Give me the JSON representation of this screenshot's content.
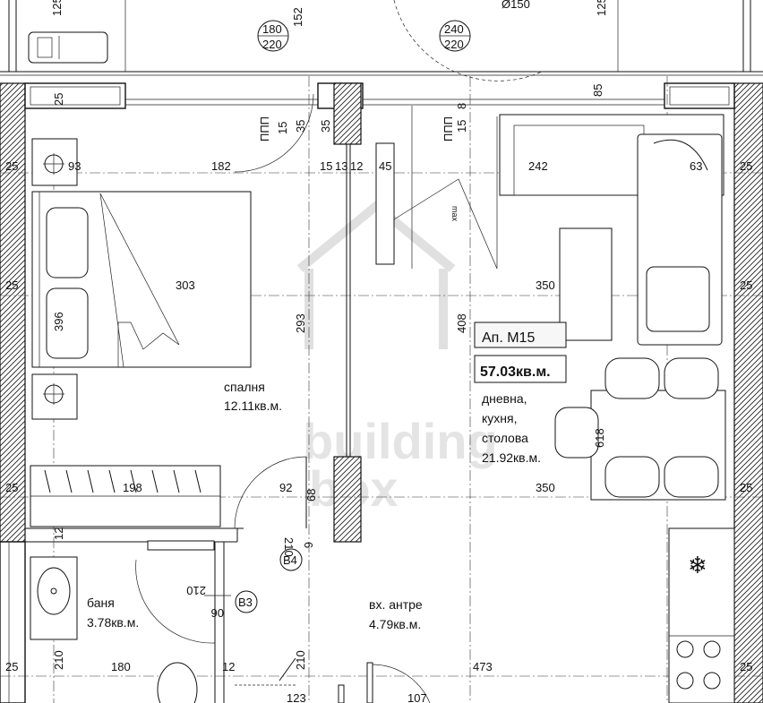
{
  "apartment": {
    "id": "Ап. М15",
    "total_area": "57.03кв.м."
  },
  "rooms": [
    {
      "key": "bedroom",
      "name": "спалня",
      "area": "12.11кв.м."
    },
    {
      "key": "living",
      "lines": [
        "дневна,",
        "кухня,",
        "столова"
      ],
      "area": "21.92кв.м."
    },
    {
      "key": "bath",
      "name": "баня",
      "area": "3.78кв.м."
    },
    {
      "key": "hall",
      "name": "вх. антре",
      "area": "4.79кв.м."
    }
  ],
  "openings": [
    {
      "top": "180",
      "bottom": "220"
    },
    {
      "top": "240",
      "bottom": "220"
    }
  ],
  "tags": {
    "b4": "B4",
    "b3": "B3",
    "ppp": "ППП",
    "max": "max",
    "diameter": "Ø150",
    "frac_top": "210",
    "frac_bottom": "06"
  },
  "dimensions": {
    "d25a": "25",
    "d25b": "25",
    "d25c": "25",
    "d25d": "25",
    "d25e": "25",
    "d25f": "25",
    "d25g": "25",
    "d25h": "25",
    "d25i": "25",
    "d93": "93",
    "d182": "182",
    "d15a": "15",
    "d13": "13",
    "d12a": "12",
    "d45": "45",
    "d242": "242",
    "d63": "63",
    "d303": "303",
    "d350a": "350",
    "d396": "396",
    "d293": "293",
    "d408": "408",
    "d618": "618",
    "d198": "198",
    "d92": "92",
    "d68": "68",
    "d350b": "350",
    "d210a": "210",
    "d210b": "210",
    "d210c": "210",
    "d180": "180",
    "d12b": "12",
    "d473": "473",
    "d123": "123",
    "d107": "107",
    "d152": "152",
    "d125a": "125",
    "d125b": "125",
    "d35a": "35",
    "d35b": "35",
    "d15b": "15",
    "d15c": "15",
    "d8": "8",
    "d6": "6",
    "d85": "85",
    "d12c": "12"
  },
  "watermark": {
    "line1": "building",
    "line2": "box"
  }
}
